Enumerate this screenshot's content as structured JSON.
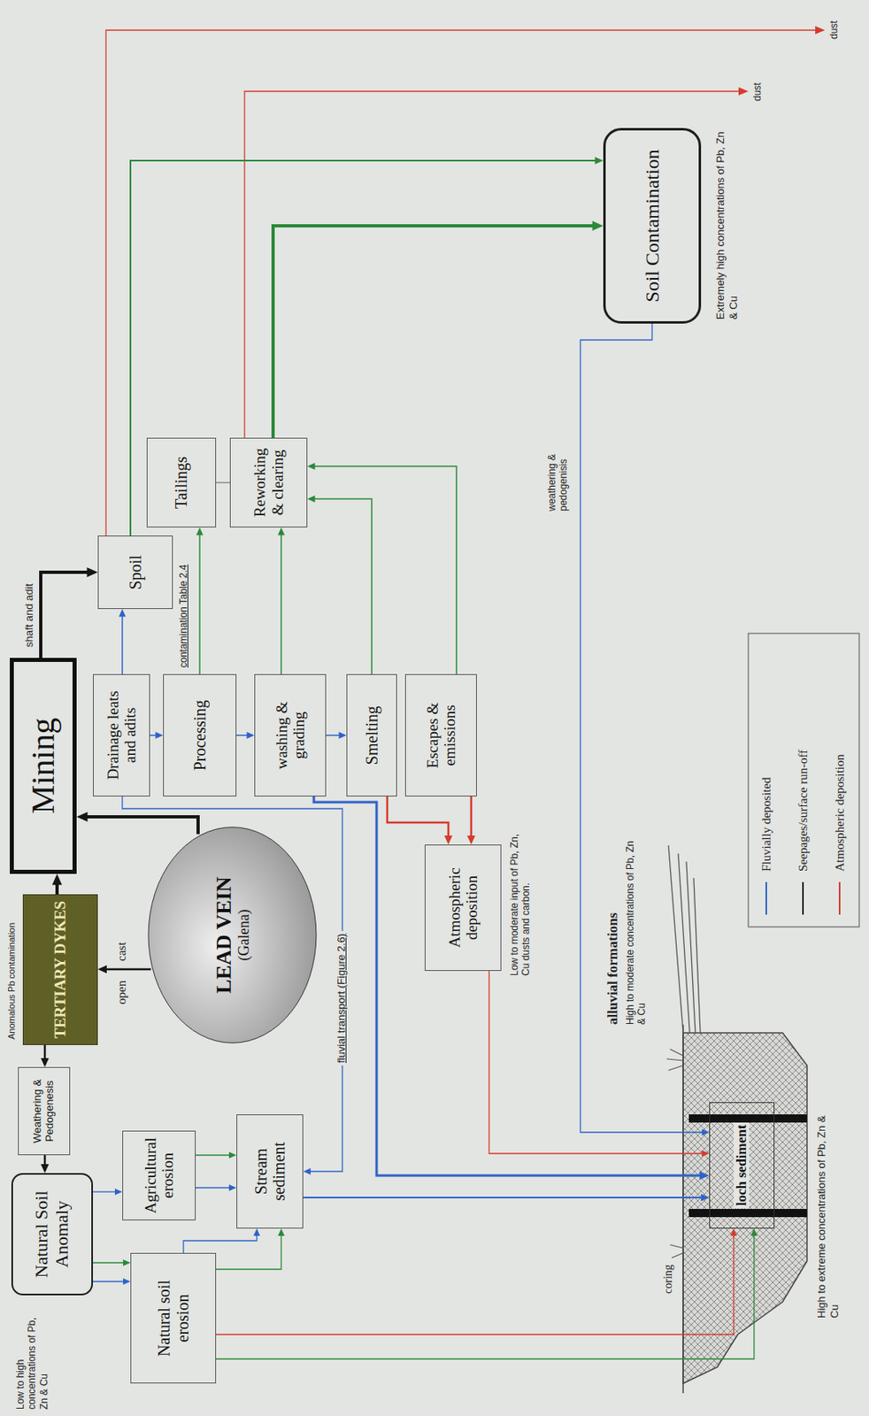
{
  "diagram": {
    "nodes": [
      {
        "text": [
          "Natural Soil Anomaly"
        ]
      },
      {
        "text": [
          "Weathering & Pedogenesis"
        ]
      },
      {
        "text": [
          "TERTIARY DYKES"
        ]
      },
      {
        "text": [
          "Mining"
        ]
      },
      {
        "text": [
          "Spoil"
        ]
      },
      {
        "text": [
          "LEAD VEIN",
          "(Galena)"
        ]
      },
      {
        "text": [
          "Drainage leats and adits"
        ]
      },
      {
        "text": [
          "Tailings"
        ]
      },
      {
        "text": [
          "Processing"
        ]
      },
      {
        "text": [
          "Reworking & clearing"
        ]
      },
      {
        "text": [
          "washing & grading"
        ]
      },
      {
        "text": [
          "Smelting"
        ]
      },
      {
        "text": [
          "Escapes & emissions"
        ]
      },
      {
        "text": [
          "Soil Contamination"
        ]
      },
      {
        "text": [
          "Natural soil erosion"
        ]
      },
      {
        "text": [
          "Agricultural erosion"
        ]
      },
      {
        "text": [
          "Stream sediment"
        ]
      },
      {
        "text": [
          "Atmospheric deposition"
        ]
      },
      {
        "text": [
          "loch sediment"
        ]
      }
    ],
    "edges": [
      {
        "from": 3,
        "to": 4,
        "arrow": "to",
        "label": "shaft and adit"
      },
      {
        "from": 2,
        "to": 3,
        "arrow": "to"
      },
      {
        "from": 5,
        "to": 3,
        "arrow": "to"
      },
      {
        "from": 5,
        "to": 2,
        "arrow": "to"
      },
      {
        "from": 2,
        "to": 1,
        "arrow": "to"
      },
      {
        "from": 1,
        "to": 0,
        "arrow": "to"
      },
      {
        "from": 6,
        "to": 4,
        "arrow": "to"
      },
      {
        "from": 6,
        "to": 8,
        "arrow": "to"
      },
      {
        "from": 8,
        "to": 10,
        "arrow": "to"
      },
      {
        "from": 10,
        "to": 11,
        "arrow": "to"
      },
      {
        "from": 8,
        "to": 7,
        "arrow": "to"
      },
      {
        "from": 10,
        "to": 9,
        "arrow": "to"
      },
      {
        "from": 11,
        "to": 9,
        "arrow": "to"
      },
      {
        "from": 12,
        "to": 9,
        "arrow": "to"
      },
      {
        "from": 7,
        "to": 9,
        "arrow": "none"
      },
      {
        "from": 4,
        "to": 13,
        "arrow": "to"
      },
      {
        "from": 9,
        "to": 13,
        "arrow": "to"
      },
      {
        "from": 11,
        "to": 17,
        "arrow": "to"
      },
      {
        "from": 12,
        "to": 17,
        "arrow": "to"
      },
      {
        "from": 17,
        "to": 18,
        "arrow": "to"
      },
      {
        "from": 6,
        "to": 16,
        "arrow": "to",
        "label": "fluvial transport (Figure 2.6)"
      },
      {
        "from": 10,
        "to": 18,
        "arrow": "to"
      },
      {
        "from": 16,
        "to": 18,
        "arrow": "to"
      },
      {
        "from": 0,
        "to": 14,
        "arrow": "to"
      },
      {
        "from": 0,
        "to": 14,
        "arrow": "to"
      },
      {
        "from": 0,
        "to": 15,
        "arrow": "to"
      },
      {
        "from": 14,
        "to": 16,
        "arrow": "to"
      },
      {
        "from": 14,
        "to": 16,
        "arrow": "to"
      },
      {
        "from": 15,
        "to": 16,
        "arrow": "to"
      },
      {
        "from": 15,
        "to": 16,
        "arrow": "to"
      },
      {
        "from": 14,
        "to": 18,
        "arrow": "to"
      },
      {
        "from": 14,
        "to": 18,
        "arrow": "to"
      },
      {
        "from": 13,
        "to": 18,
        "arrow": "to"
      }
    ],
    "labels": [
      "Low to high concentrations of Pb, Zn & Cu",
      "Anomalous Pb contamination",
      "open",
      "cast",
      "contamination Table 2.4",
      "dust",
      "dust",
      "Extremely high concentrations of Pb, Zn & Cu",
      "weathering & pedogenisis",
      "Low to moderate input of Pb, Zn, Cu dusts and carbon.",
      "alluvial formations",
      "High to moderate concentrations of Pb, Zn & Cu",
      "coring",
      "High to extreme concentrations of Pb, Zn & Cu"
    ],
    "legend": [
      {
        "text": "Fluvially deposited"
      },
      {
        "text": "Seepages/surface run-off"
      },
      {
        "text": "Atmospheric deposition"
      }
    ]
  }
}
